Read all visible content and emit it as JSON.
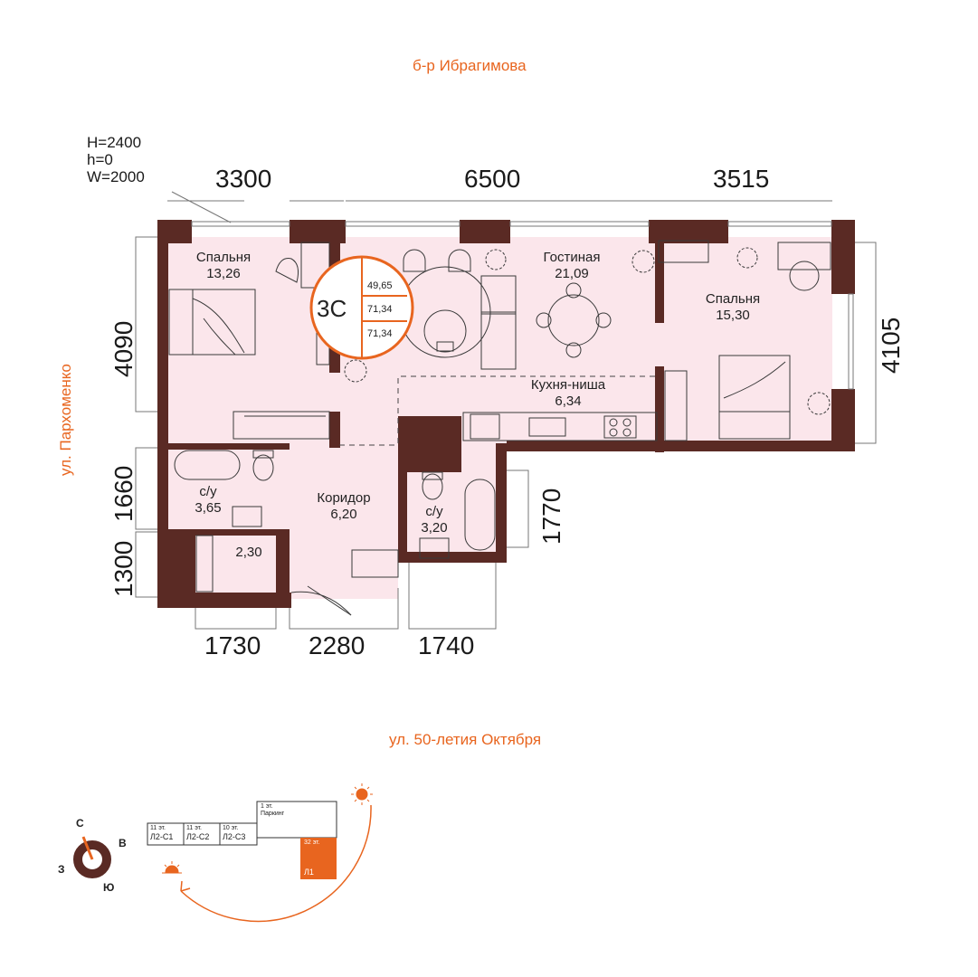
{
  "streets": {
    "top": "б-р Ибрагимова",
    "left": "ул. Пархоменко",
    "bottom": "ул. 50-летия Октября"
  },
  "window_spec": {
    "h_big": "H=2400",
    "h_small": "h=0",
    "width": "W=2000"
  },
  "dimensions": {
    "top": [
      "3300",
      "6500",
      "3515"
    ],
    "bottom": [
      "1730",
      "2280",
      "1740"
    ],
    "left": [
      "4090",
      "1660",
      "1300"
    ],
    "right": [
      "4105",
      "1770"
    ]
  },
  "rooms": [
    {
      "name": "Спальня",
      "area": "13,26"
    },
    {
      "name": "Гостиная",
      "area": "21,09"
    },
    {
      "name": "Спальня",
      "area": "15,30"
    },
    {
      "name": "Кухня-ниша",
      "area": "6,34"
    },
    {
      "name": "с/у",
      "area": "3,65"
    },
    {
      "name": "Коридор",
      "area": "6,20"
    },
    {
      "name": "с/у",
      "area": "3,20"
    },
    {
      "name": "",
      "area": "2,30"
    }
  ],
  "badge": {
    "code": "3С",
    "values": [
      "49,65",
      "71,34",
      "71,34"
    ]
  },
  "site": {
    "blocks": [
      {
        "floors": "11 эт.",
        "code": "Л2-С1"
      },
      {
        "floors": "11 эт.",
        "code": "Л2-С2"
      },
      {
        "floors": "10 эт.",
        "code": "Л2-С3"
      }
    ],
    "parking": {
      "floors": "1 эт.",
      "label": "Паркинг"
    },
    "tower": {
      "floors": "32 эт.",
      "code": "Л1"
    }
  },
  "compass": {
    "n": "С",
    "e": "В",
    "s": "Ю",
    "w": "З"
  },
  "colors": {
    "wall": "#5a2a24",
    "floor": "#fbe6eb",
    "accent": "#e8651f",
    "ink": "#1a1a1a"
  },
  "icons": [
    "sun-icon",
    "sunrise-icon",
    "compass-icon"
  ]
}
